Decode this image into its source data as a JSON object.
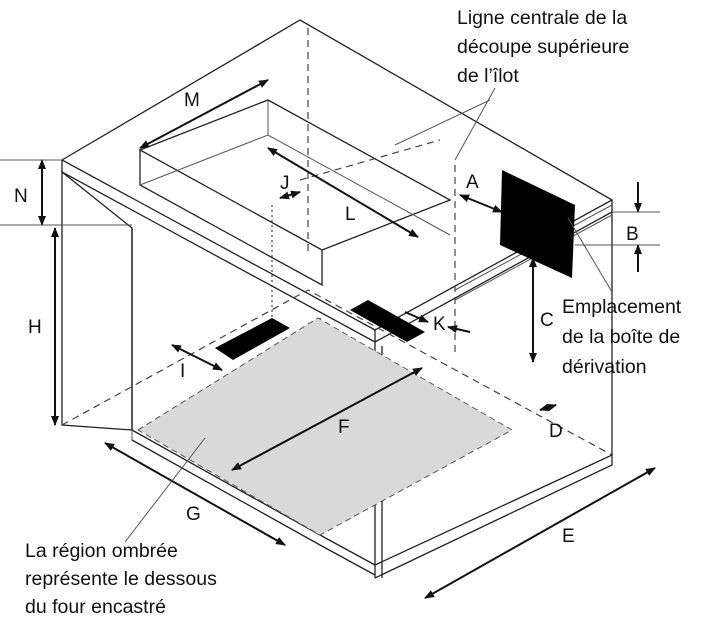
{
  "annotations": {
    "centerline": [
      "Ligne centrale de la",
      "découpe supérieure",
      "de l’îlot"
    ],
    "junction_box": [
      "Emplacement",
      "de la boîte de",
      "dérivation"
    ],
    "shaded_region": [
      "La région ombrée",
      "représente le dessous",
      "du four encastré"
    ]
  },
  "dimension_labels": {
    "A": "A",
    "B": "B",
    "C": "C",
    "D": "D",
    "E": "E",
    "F": "F",
    "G": "G",
    "H": "H",
    "I": "I",
    "J": "J",
    "K": "K",
    "L": "L",
    "M": "M",
    "N": "N"
  },
  "colors": {
    "line": "#222222",
    "shade": "#d9d9d9",
    "fill": "#000000"
  }
}
